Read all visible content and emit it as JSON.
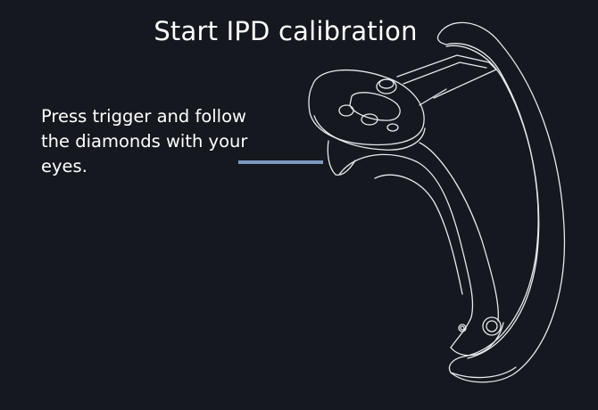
{
  "screen": {
    "title": "Start IPD calibration",
    "instruction": "Press trigger and follow the diamonds with your eyes."
  },
  "illustration": {
    "name": "vr-controller",
    "callout_target": "trigger"
  },
  "colors": {
    "background": "#15181f",
    "text": "#ffffff",
    "callout_line": "#7d98bf",
    "outline": "#e6e9ee"
  }
}
